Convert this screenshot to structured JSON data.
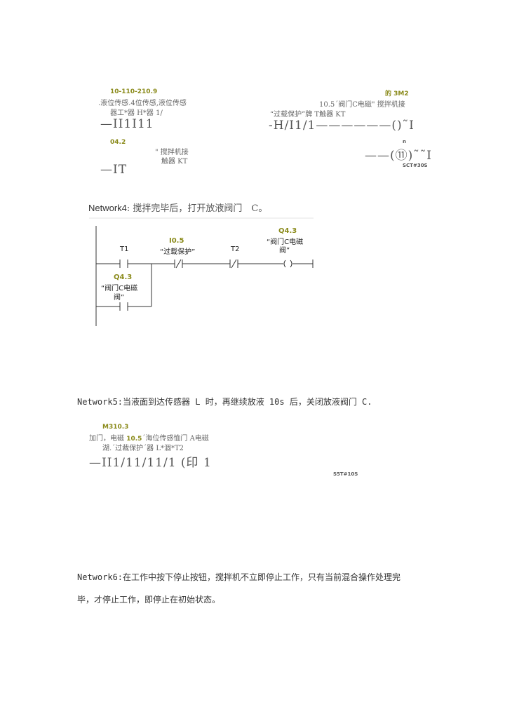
{
  "net3": {
    "addr1": "10-110-210.9",
    "line1": ".液位传感.4位传感,液位传感",
    "line2": "器工*器 H*器 1/",
    "rung1": "—II1I11",
    "addr2": "04.2",
    "line3": "\" 搅拌机接",
    "line4": "触器 KT",
    "rung2": "—IT",
    "raddr": "的 3M2",
    "rline1": "10.5ˊ阀门C电磁\" 搅拌机接",
    "rline2": "“过载保护”牌 T触器 KT",
    "rrung1": "-H/I1/1——————()˜I",
    "rn": "n",
    "rrung2": "——(⑪)˜˜I",
    "rsmall": "SCT#30S"
  },
  "net4": {
    "heading_prefix": "Network4",
    "heading_text": ": 搅拌完毕后，打开放液阀门　C。",
    "t1": "T1",
    "i05_addr": "I0.5",
    "i05_name": "“过载保护”",
    "t2": "T2",
    "q43_addr": "Q4.3",
    "q43_name1": "“阀门C电磁",
    "q43_name2": "阀”",
    "branch_addr": "Q4.3",
    "branch_name1": "“阀门C电磁",
    "branch_name2": "阀”"
  },
  "net5": {
    "heading": "Network5:当液面到达传感器 L 时，再继续放液 10s 后，关闭放液阀门 C.",
    "addr": "M310.3",
    "line1a": "加门，电磁 ",
    "line1b": "10.5",
    "line1c": "ˊ海位传感恤门 A电磁",
    "line2": "湖.ˊ过裁保护ˊ器 L*涸*T2",
    "rung": "—II1/11/11/1 (印 1",
    "timer": "S5T#10S"
  },
  "net6": {
    "line1": "Network6:在工作中按下停止按钮，搅拌机不立即停止工作，只有当前混合操作处理完",
    "line2": "毕，才停止工作，即停止在初始状态。"
  }
}
